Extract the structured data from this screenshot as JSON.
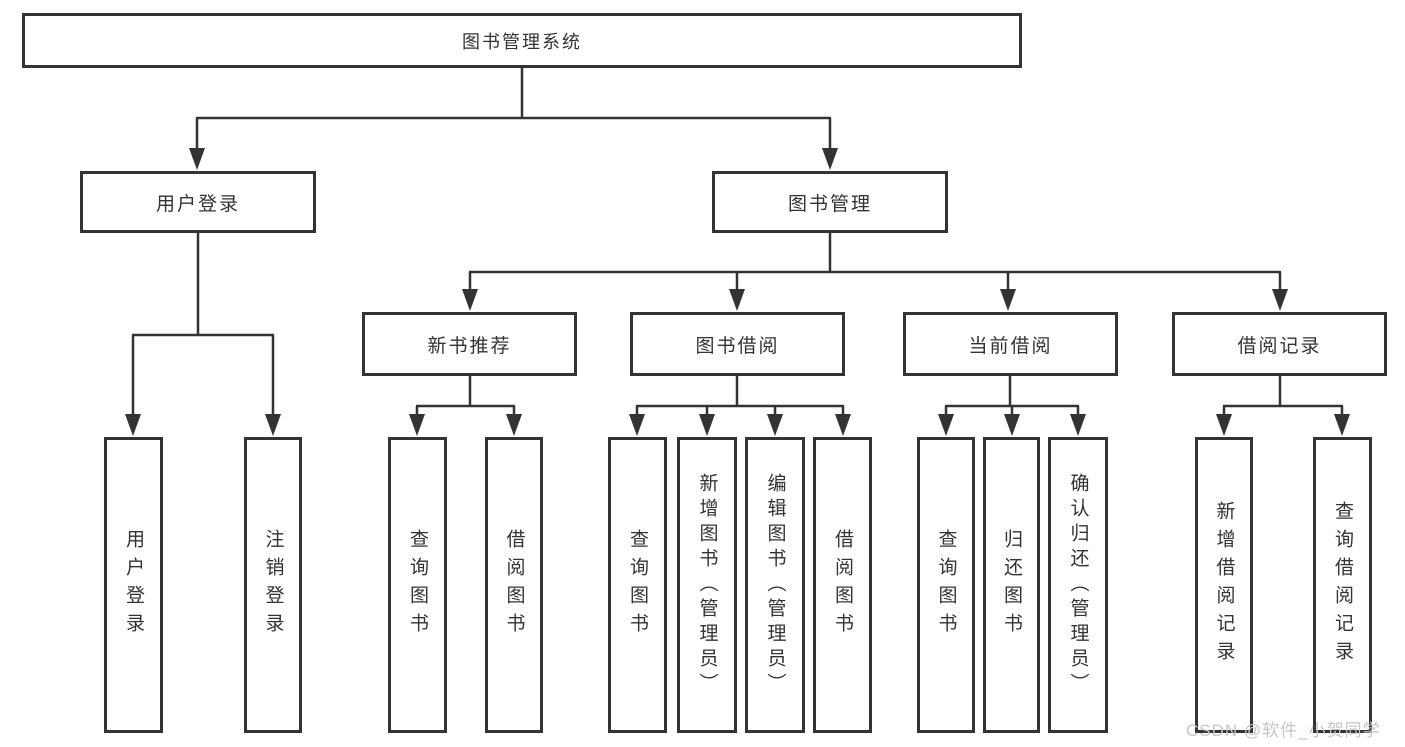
{
  "colors": {
    "line": "#333333",
    "border": "#333333",
    "text": "#333333",
    "background": "#ffffff",
    "watermark": "#c6c6c6"
  },
  "watermark": "CSDN @软件_小贺同学",
  "diagram": {
    "root": {
      "label": "图书管理系统"
    },
    "branches": [
      {
        "label": "用户登录",
        "children": [
          {
            "label": "用户登录"
          },
          {
            "label": "注销登录"
          }
        ]
      },
      {
        "label": "图书管理",
        "children": [
          {
            "label": "新书推荐",
            "children": [
              {
                "label": "查询图书"
              },
              {
                "label": "借阅图书"
              }
            ]
          },
          {
            "label": "图书借阅",
            "children": [
              {
                "label": "查询图书"
              },
              {
                "label": "新增图书（管理员）"
              },
              {
                "label": "编辑图书（管理员）"
              },
              {
                "label": "借阅图书"
              }
            ]
          },
          {
            "label": "当前借阅",
            "children": [
              {
                "label": "查询图书"
              },
              {
                "label": "归还图书"
              },
              {
                "label": "确认归还（管理员）"
              }
            ]
          },
          {
            "label": "借阅记录",
            "children": [
              {
                "label": "新增借阅记录"
              },
              {
                "label": "查询借阅记录"
              }
            ]
          }
        ]
      }
    ]
  }
}
